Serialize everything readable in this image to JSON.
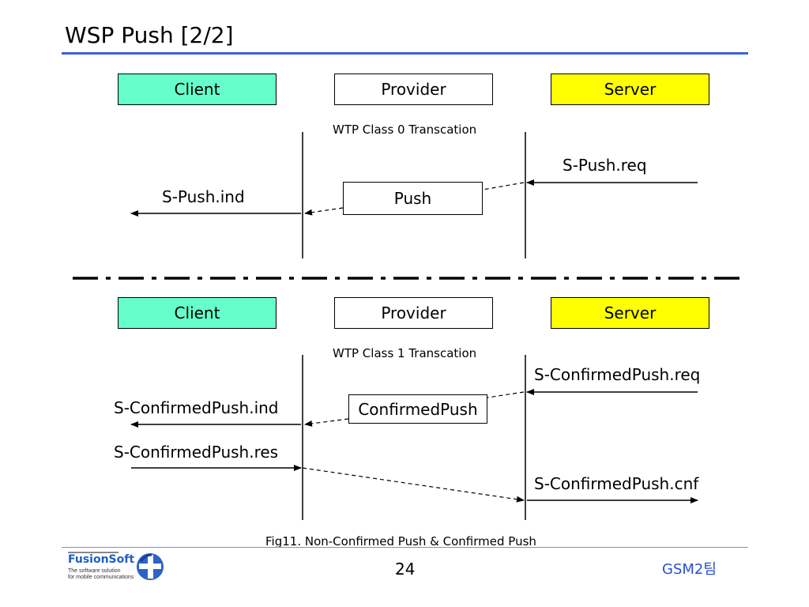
{
  "slide": {
    "title": "WSP Push [2/2]",
    "page_number": "24",
    "team": "GSM2팀",
    "caption": "Fig11. Non-Confirmed Push & Confirmed Push"
  },
  "logo": {
    "name": "FusionSoft",
    "tagline_1": "The software solution",
    "tagline_2": "for mobile communications"
  },
  "diagram_top": {
    "client": "Client",
    "provider": "Provider",
    "server": "Server",
    "transaction": "WTP Class 0 Transcation",
    "request": "S-Push.req",
    "pdu": "Push",
    "indication": "S-Push.ind"
  },
  "diagram_bottom": {
    "client": "Client",
    "provider": "Provider",
    "server": "Server",
    "transaction": "WTP Class 1 Transcation",
    "request": "S-ConfirmedPush.req",
    "pdu": "ConfirmedPush",
    "indication": "S-ConfirmedPush.ind",
    "response": "S-ConfirmedPush.res",
    "confirm": "S-ConfirmedPush.cnf"
  }
}
